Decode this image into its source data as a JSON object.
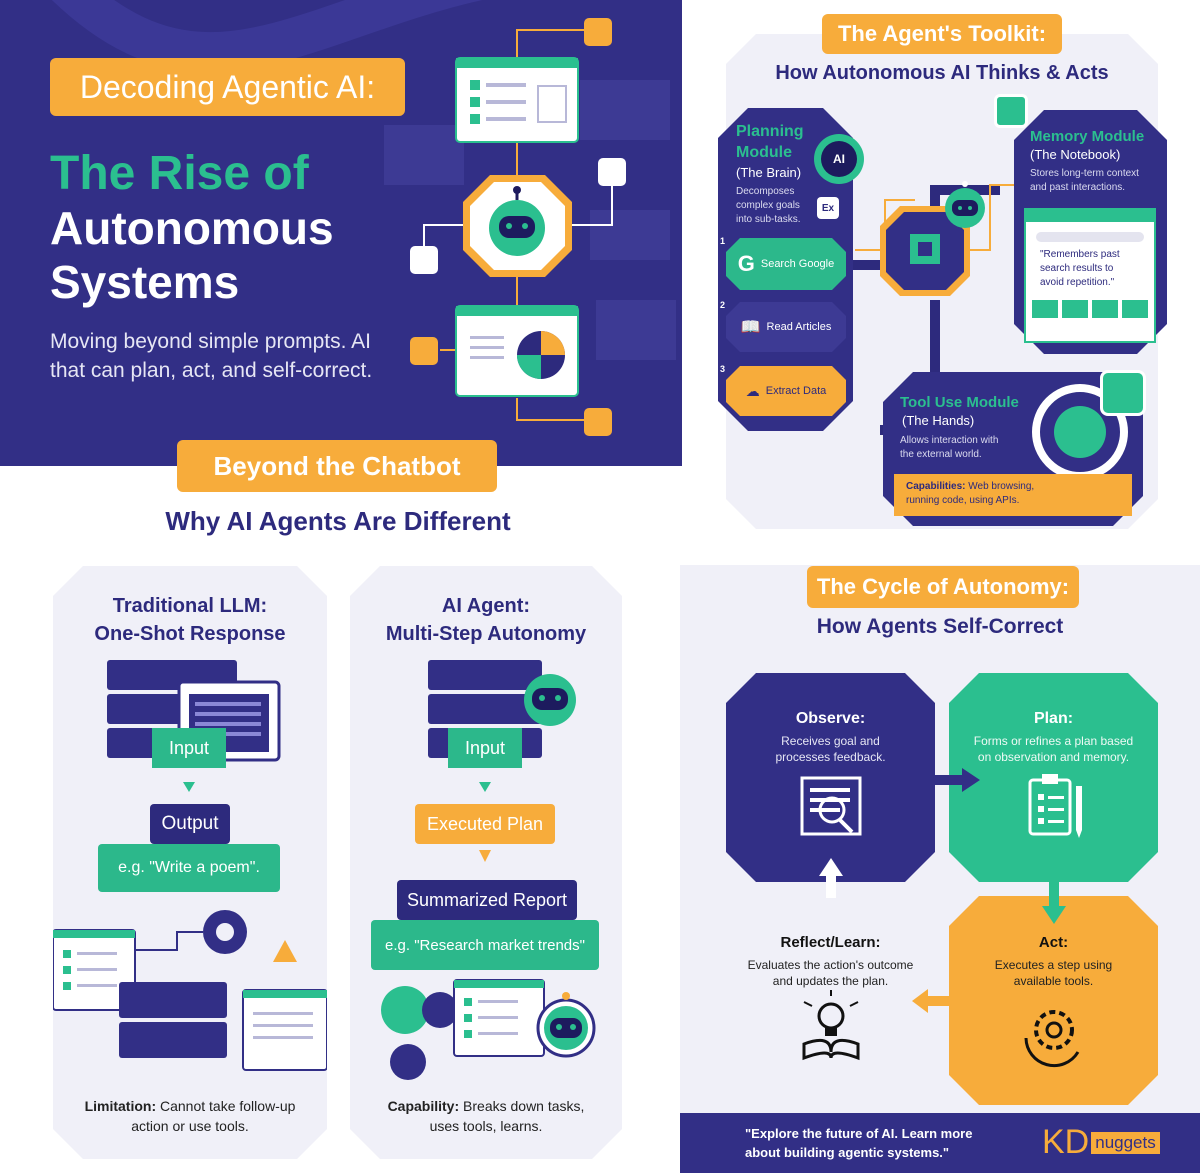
{
  "hero": {
    "tag": "Decoding Agentic AI:",
    "title_line1": "The Rise of",
    "title_line2": "Autonomous",
    "title_line3": "Systems",
    "subtitle_line1": "Moving beyond simple prompts. AI",
    "subtitle_line2": "that can plan, act, and self-correct."
  },
  "toolkit": {
    "tag": "The Agent's Toolkit:",
    "subtitle": "How Autonomous AI Thinks & Acts",
    "planning": {
      "title_line1": "Planning",
      "title_line2": "Module",
      "sub": "(The Brain)",
      "desc_line1": "Decomposes",
      "desc_line2": "complex goals",
      "desc_line3": "into sub-tasks.",
      "ai_badge": "AI",
      "ex_badge": "Ex",
      "steps": [
        {
          "num": "1",
          "label": "Search Google"
        },
        {
          "num": "2",
          "label": "Read Articles"
        },
        {
          "num": "3",
          "label": "Extract Data"
        }
      ]
    },
    "memory": {
      "title": "Memory Module",
      "sub": "(The Notebook)",
      "desc_line1": "Stores long-term context",
      "desc_line2": "and past interactions.",
      "quote_line1": "\"Remembers past",
      "quote_line2": "search results to",
      "quote_line3": "avoid repetition.\""
    },
    "tool": {
      "title": "Tool Use Module",
      "sub": "(The Hands)",
      "desc_line1": "Allows interaction with",
      "desc_line2": "the external world.",
      "cap_label": "Capabilities:",
      "cap_line1": " Web browsing,",
      "cap_line2": "running code, using APIs."
    }
  },
  "beyond": {
    "tag": "Beyond the Chatbot",
    "subtitle": "Why AI Agents Are Different",
    "llm": {
      "title_line1": "Traditional LLM:",
      "title_line2": "One-Shot Response",
      "input": "Input",
      "output": "Output",
      "example": "e.g. \"Write a poem\".",
      "limit_label": "Limitation:",
      "limit_line1": " Cannot take follow-up",
      "limit_line2": "action or use tools."
    },
    "agent": {
      "title_line1": "AI Agent:",
      "title_line2": "Multi-Step Autonomy",
      "input": "Input",
      "plan": "Executed Plan",
      "report": "Summarized Report",
      "example": "e.g. \"Research market trends\"",
      "cap_label": "Capability:",
      "cap_line1": " Breaks down tasks,",
      "cap_line2": "uses tools, learns."
    }
  },
  "cycle": {
    "tag": "The Cycle of Autonomy:",
    "subtitle": "How Agents Self-Correct",
    "observe": {
      "title": "Observe:",
      "line1": "Receives goal and",
      "line2": "processes feedback."
    },
    "plan": {
      "title": "Plan:",
      "line1": "Forms or refines a plan based",
      "line2": "on observation and memory."
    },
    "reflect": {
      "title": "Reflect/Learn:",
      "line1": "Evaluates the action's outcome",
      "line2": "and updates the plan."
    },
    "act": {
      "title": "Act:",
      "line1": "Executes a step using",
      "line2": "available tools."
    }
  },
  "footer": {
    "line1": "\"Explore the future of AI. Learn more",
    "line2": "about building agentic systems.\"",
    "brand_kd": "KD",
    "brand_rest": "nuggets"
  },
  "colors": {
    "navy": "#322f86",
    "teal": "#2bbf8f",
    "orange": "#f7ac3b",
    "card": "#f0f0f8"
  }
}
